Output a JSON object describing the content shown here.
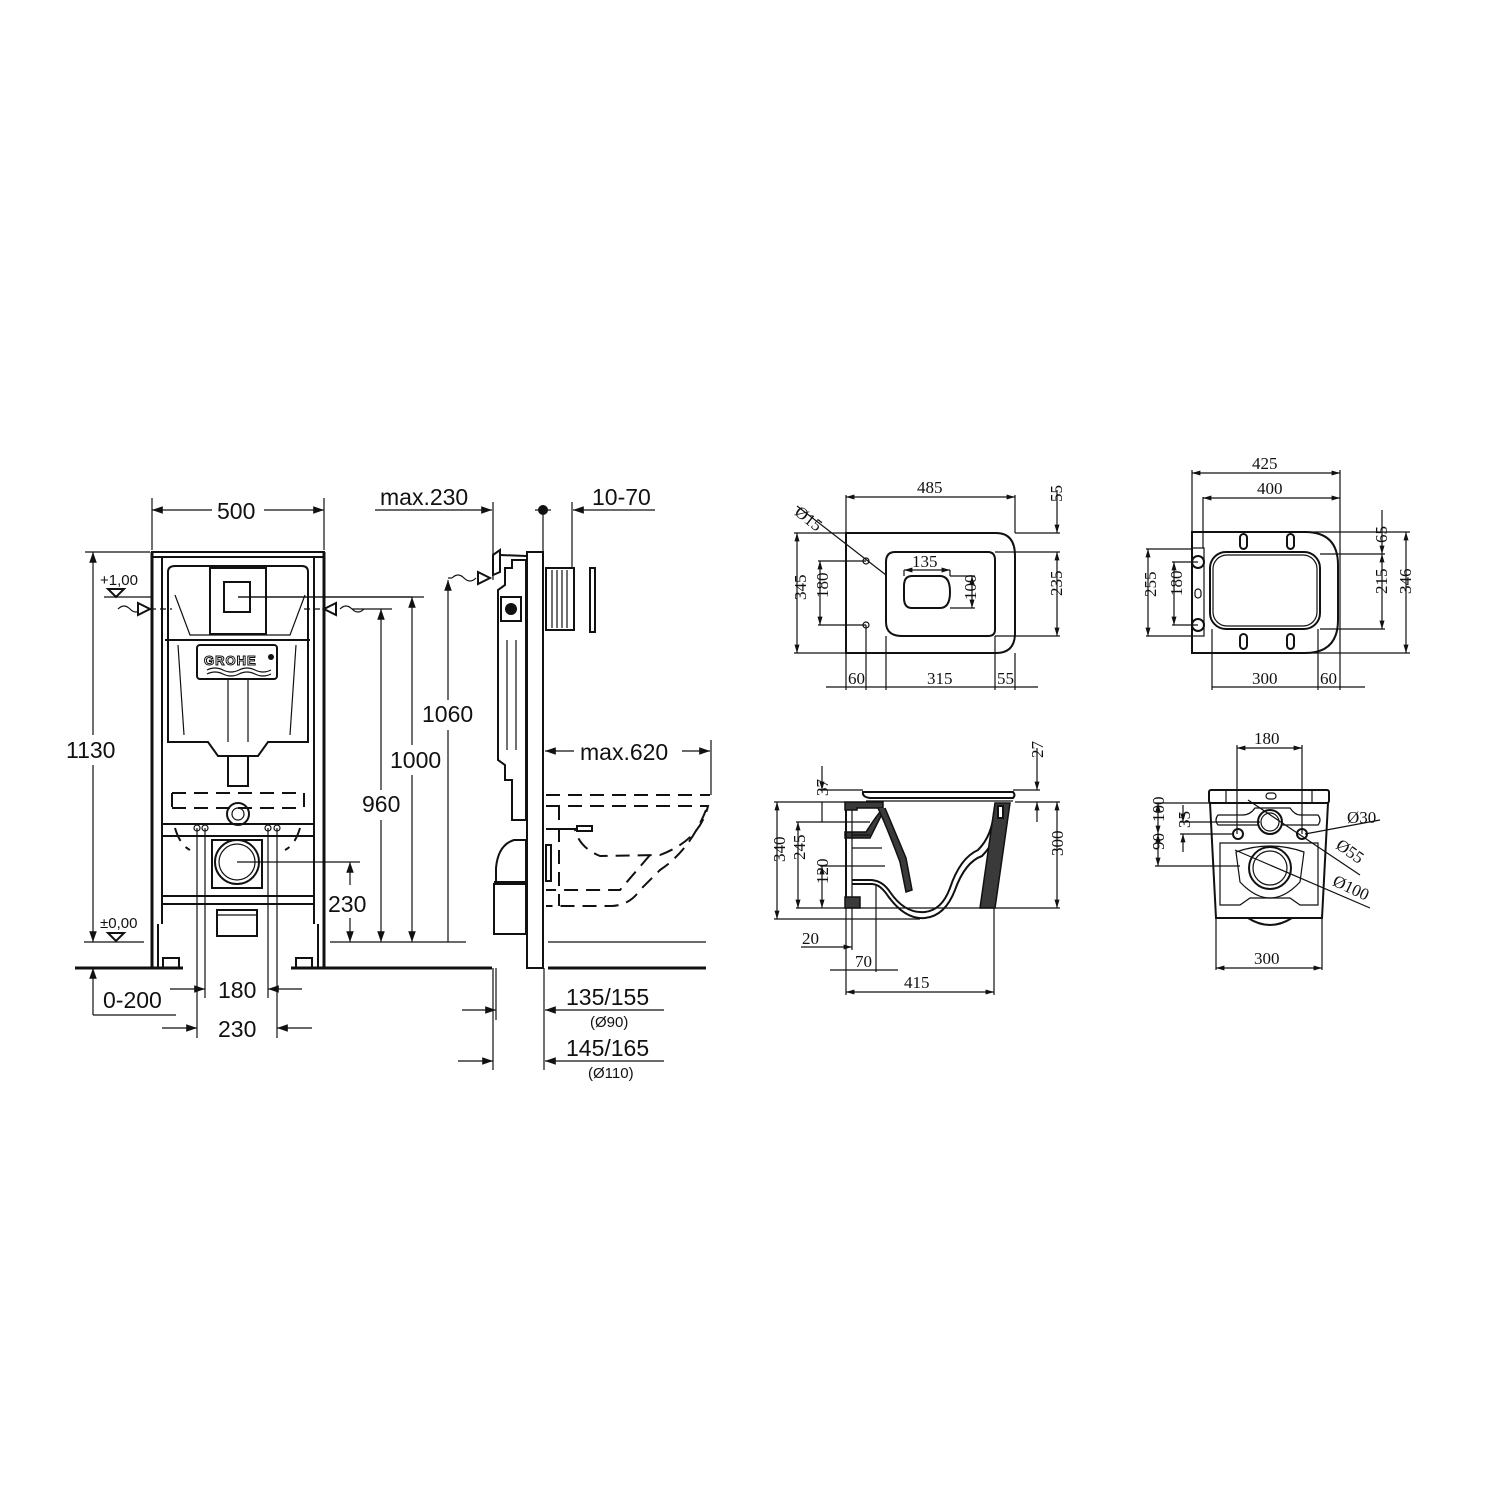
{
  "brand": {
    "logo_text": "GROHE"
  },
  "views": {
    "frame_front": {
      "width": "500",
      "height_total": "1130",
      "level_top": "+1,00",
      "level_floor": "±0,00",
      "flush_height": "1000",
      "inlet_height": "960",
      "drain_height": "230",
      "floor_adjust": "0-200",
      "bolt_spacing_inner": "180",
      "bolt_spacing_outer": "230"
    },
    "frame_side": {
      "max_depth_front": "max.230",
      "wall_thickness": "10-70",
      "inlet_side_height": "1060",
      "max_projection": "max.620",
      "pipe_dim_90": "135/155",
      "pipe_dim_90_dia": "(Ø90)",
      "pipe_dim_110": "145/165",
      "pipe_dim_110_dia": "(Ø110)"
    },
    "bowl_top": {
      "length": "485",
      "width": "345",
      "bolt_spacing": "180",
      "bolt_dia": "Ø15",
      "opening_width": "135",
      "opening_depth": "100",
      "rim_offset_top": "55",
      "rim_width": "235",
      "rear_offset": "60",
      "rim_length": "315",
      "front_offset": "55"
    },
    "seat_top": {
      "overall_length": "425",
      "seat_length": "400",
      "hinge_width": "255",
      "hinge_spacing": "180",
      "rear_gap": "65",
      "inner_width": "215",
      "overall_width": "346",
      "inner_length": "300",
      "front_gap": "60"
    },
    "bowl_side": {
      "seat_thickness": "27",
      "rim_top": "37",
      "total_height": "340",
      "inlet_height": "245",
      "outlet_height": "120",
      "bowl_height": "300",
      "wall_gap": "20",
      "outlet_offset": "70",
      "depth": "415"
    },
    "bowl_rear": {
      "bolt_spacing": "180",
      "dim_100": "100",
      "dim_35": "35",
      "dim_90": "90",
      "inlet_dia": "Ø30",
      "bolt_dia": "Ø55",
      "outlet_dia": "Ø100",
      "width": "300"
    }
  }
}
